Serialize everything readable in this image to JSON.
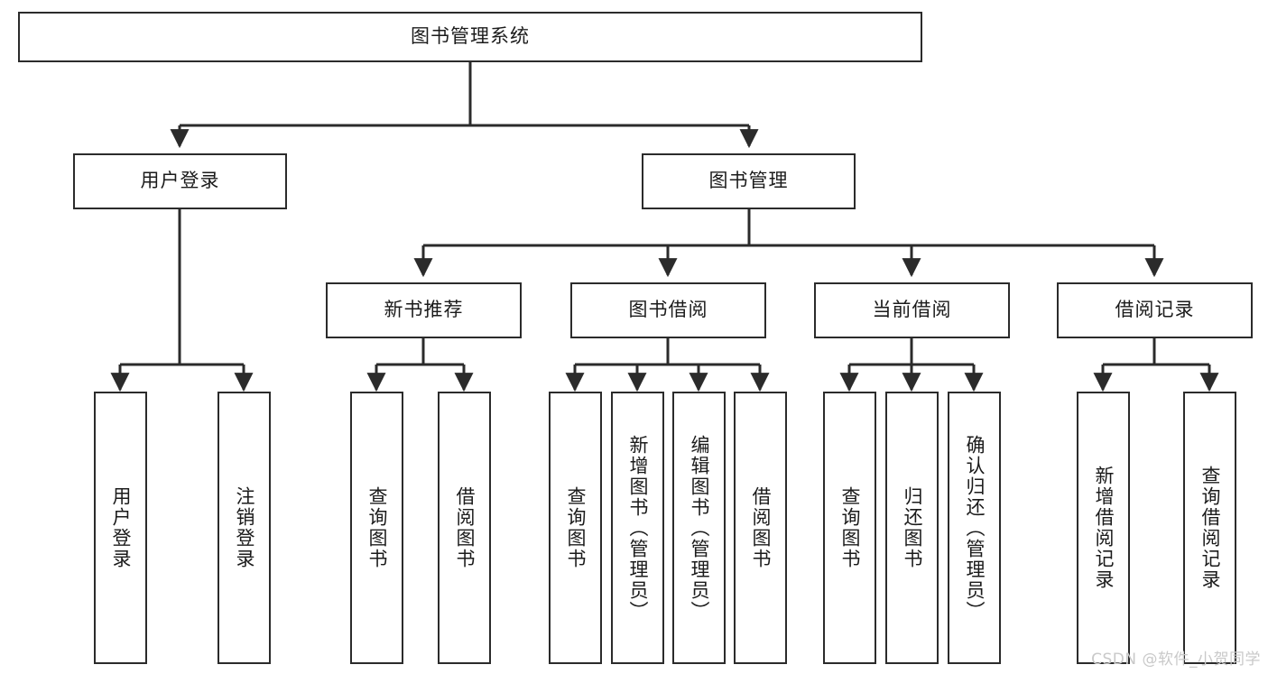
{
  "diagram": {
    "title": "图书管理系统",
    "watermark": "CSDN @软件_小贺同学",
    "line_color": "#2b2b2b",
    "box_fill": "#ffffff",
    "text_color": "#1b1b1b",
    "watermark_color": "#c9c9c9",
    "root": {
      "label": "图书管理系统"
    },
    "level2": [
      {
        "label": "用户登录"
      },
      {
        "label": "图书管理"
      }
    ],
    "level3": [
      {
        "label": "新书推荐"
      },
      {
        "label": "图书借阅"
      },
      {
        "label": "当前借阅"
      },
      {
        "label": "借阅记录"
      }
    ],
    "leaves": {
      "user_login": [
        {
          "label": "用户登录"
        },
        {
          "label": "注销登录"
        }
      ],
      "new_book_recommend": [
        {
          "label": "查询图书"
        },
        {
          "label": "借阅图书"
        }
      ],
      "book_borrow": [
        {
          "label": "查询图书"
        },
        {
          "label": "新增图书（管理员）"
        },
        {
          "label": "编辑图书（管理员）"
        },
        {
          "label": "借阅图书"
        }
      ],
      "current_borrow": [
        {
          "label": "查询图书"
        },
        {
          "label": "归还图书"
        },
        {
          "label": "确认归还（管理员）"
        }
      ],
      "borrow_record": [
        {
          "label": "新增借阅记录"
        },
        {
          "label": "查询借阅记录"
        }
      ]
    }
  }
}
